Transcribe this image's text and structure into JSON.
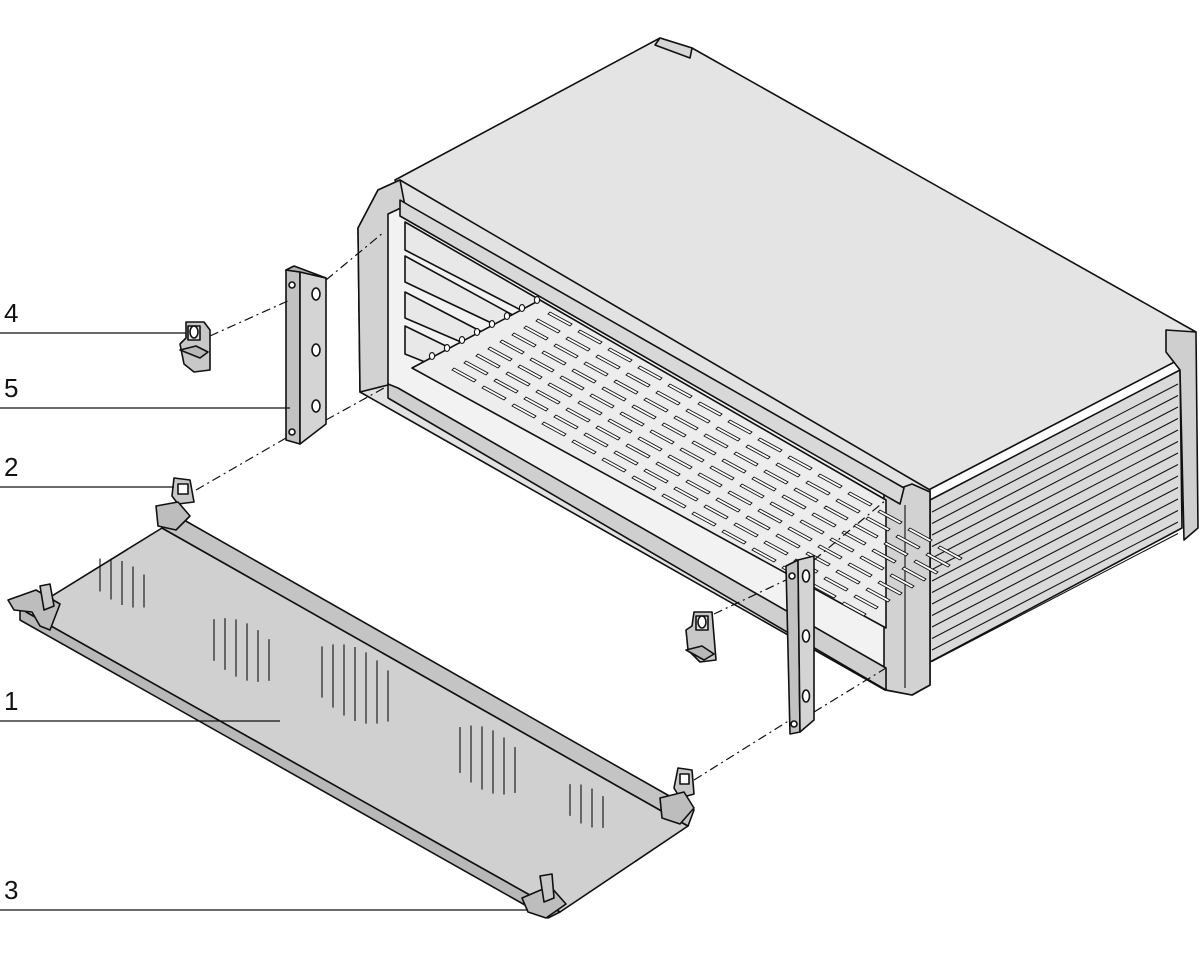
{
  "colors": {
    "ink": "#111111",
    "body_light": "#e4e4e4",
    "body_mid": "#d6d6d6",
    "body_dark": "#c4c4c4",
    "interior": "#eeeeee",
    "cover_panel": "#d0d0d0",
    "rail": "#bdbdbd",
    "background": "#ffffff"
  },
  "callouts": [
    {
      "id": "4",
      "label": "4"
    },
    {
      "id": "5",
      "label": "5"
    },
    {
      "id": "2",
      "label": "2"
    },
    {
      "id": "1",
      "label": "1"
    },
    {
      "id": "3",
      "label": "3"
    }
  ]
}
